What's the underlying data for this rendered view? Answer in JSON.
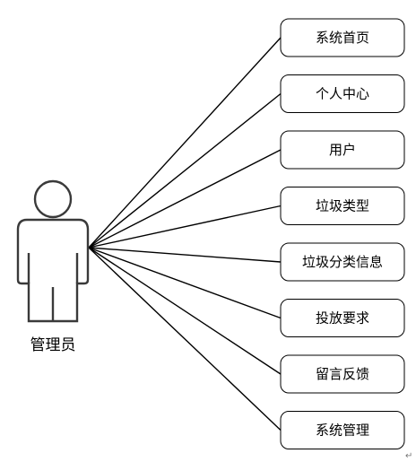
{
  "actor": {
    "label": "管理员",
    "icon": "person-outline-icon"
  },
  "use_cases": [
    {
      "label": "系统首页"
    },
    {
      "label": "个人中心"
    },
    {
      "label": "用户"
    },
    {
      "label": "垃圾类型"
    },
    {
      "label": "垃圾分类信息"
    },
    {
      "label": "投放要求"
    },
    {
      "label": "留言反馈"
    },
    {
      "label": "系统管理"
    }
  ],
  "paragraph_mark": "↵",
  "colors": {
    "line": "#000000",
    "actor_stroke": "#3a3a3a",
    "box_stroke": "#000000",
    "background": "#ffffff"
  }
}
